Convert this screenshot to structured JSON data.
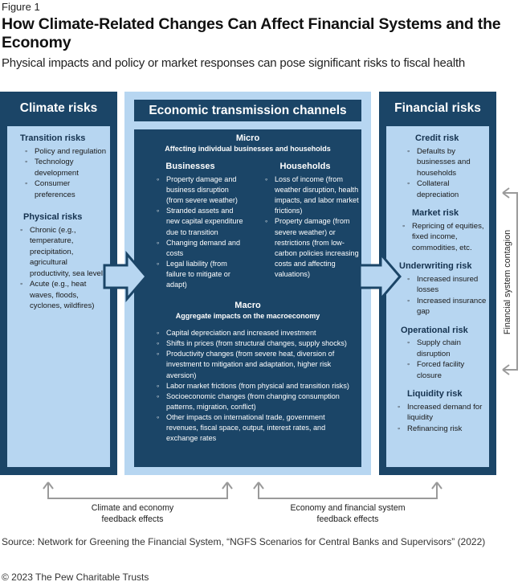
{
  "figure_label": "Figure 1",
  "title": "How Climate-Related Changes Can Affect Financial Systems and the Economy",
  "subtitle": "Physical impacts and policy or market responses can pose significant risks to fiscal health",
  "climate": {
    "header": "Climate risks",
    "transition": {
      "title": "Transition risks",
      "items": [
        "Policy and regulation",
        "Technology development",
        "Consumer preferences"
      ]
    },
    "physical": {
      "title": "Physical risks",
      "items": [
        "Chronic (e.g., temperature, precipitation, agricultural productivity, sea levels)",
        "Acute (e.g., heat waves, floods, cyclones, wildfires)"
      ]
    }
  },
  "economic": {
    "header": "Economic transmission channels",
    "micro": {
      "title": "Micro",
      "subtitle": "Affecting individual businesses and households",
      "businesses": {
        "title": "Businesses",
        "items": [
          "Property damage and business disruption (from severe weather)",
          "Stranded assets and new capital expenditure due to transition",
          "Changing demand and costs",
          "Legal liability (from failure to mitigate or adapt)"
        ]
      },
      "households": {
        "title": "Households",
        "items": [
          "Loss of income (from weather disruption, health impacts, and labor market frictions)",
          "Property damage (from severe weather) or restrictions (from low-carbon policies increasing costs and affecting valuations)"
        ]
      }
    },
    "macro": {
      "title": "Macro",
      "subtitle": "Aggregate impacts on the macroeconomy",
      "items": [
        "Capital depreciation and increased investment",
        "Shifts in prices (from structural changes, supply shocks)",
        "Productivity changes (from severe heat, diversion of investment to mitigation and adaptation, higher risk aversion)",
        "Labor market frictions (from physical and transition risks)",
        "Socioeconomic changes (from changing consumption patterns, migration, conflict)",
        "Other impacts on international trade, government revenues, fiscal space, output, interest rates, and exchange rates"
      ]
    }
  },
  "financial": {
    "header": "Financial risks",
    "groups": [
      {
        "title": "Credit risk",
        "items": [
          "Defaults by businesses and households",
          "Collateral depreciation"
        ]
      },
      {
        "title": "Market risk",
        "items": [
          "Repricing of equities, fixed income, commodities, etc."
        ]
      },
      {
        "title": "Underwriting risk",
        "items": [
          "Increased insured losses",
          "Increased insurance gap"
        ]
      },
      {
        "title": "Operational risk",
        "items": [
          "Supply chain disruption",
          "Forced facility closure"
        ]
      },
      {
        "title": "Liquidity risk",
        "items": [
          "Increased demand for liquidity",
          "Refinancing risk"
        ]
      }
    ]
  },
  "contagion_label": "Financial system contagion",
  "feedback_climate_economy": "Climate and economy feedback effects",
  "feedback_economy_financial": "Economy and financial system feedback effects",
  "source": "Source: Network for Greening the Financial System, “NGFS Scenarios for Central Banks and Supervisors” (2022)",
  "copyright": "© 2023 The Pew Charitable Trusts",
  "colors": {
    "dark_navy": "#1b4567",
    "light_blue": "#b7d6f1",
    "arrow_gray": "#9a9a9a"
  }
}
